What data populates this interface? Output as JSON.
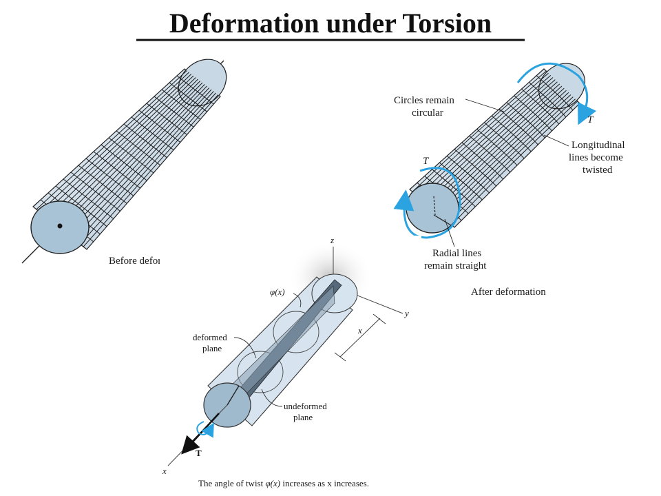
{
  "title": "Deformation under Torsion",
  "panel_before": {
    "caption": "Before deformation"
  },
  "panel_after": {
    "caption": "After deformation",
    "labels": {
      "circles_line1": "Circles remain",
      "circles_line2": "circular",
      "long_line1": "Longitudinal",
      "long_line2": "lines become",
      "long_line3": "twisted",
      "radial_line1": "Radial lines",
      "radial_line2": "remain straight",
      "torque_top": "T",
      "torque_left": "T"
    }
  },
  "panel_twist": {
    "caption_pre": "The angle of twist",
    "caption_phi": "φ(x)",
    "caption_post": " increases as x increases.",
    "labels": {
      "phi": "φ(x)",
      "deformed_1": "deformed",
      "deformed_2": "plane",
      "undeformed_1": "undeformed",
      "undeformed_2": "plane",
      "axis_z": "z",
      "axis_y": "y",
      "axis_x": "x",
      "dim_x": "x",
      "torque": "T"
    }
  },
  "colors": {
    "cylinder_fill": "#d7e2ec",
    "end_face": "#a9c3d6",
    "grid_line": "#1b1b1b",
    "torque_arrow": "#2aa3e0",
    "translucent_fill": "#c9dbea"
  }
}
